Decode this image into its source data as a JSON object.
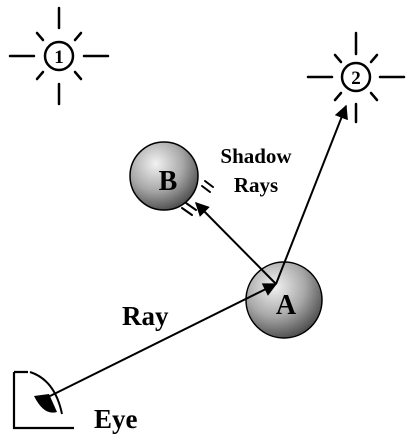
{
  "labels": {
    "light_1": "1",
    "light_2": "2",
    "sphere_a": "A",
    "sphere_b": "B",
    "shadow_rays_line1": "Shadow",
    "shadow_rays_line2": "Rays",
    "ray": "Ray",
    "eye": "Eye"
  },
  "colors": {
    "ink": "#000000",
    "sphere_light": "#f0f0f0",
    "sphere_mid": "#a8a8a8",
    "sphere_dark": "#4a4a4a",
    "background": "#ffffff"
  },
  "icons": {
    "light_1": "sun-icon",
    "light_2": "sun-icon",
    "eye": "eye-icon",
    "blocked_ray_mark": "occlusion-tick-marks"
  }
}
